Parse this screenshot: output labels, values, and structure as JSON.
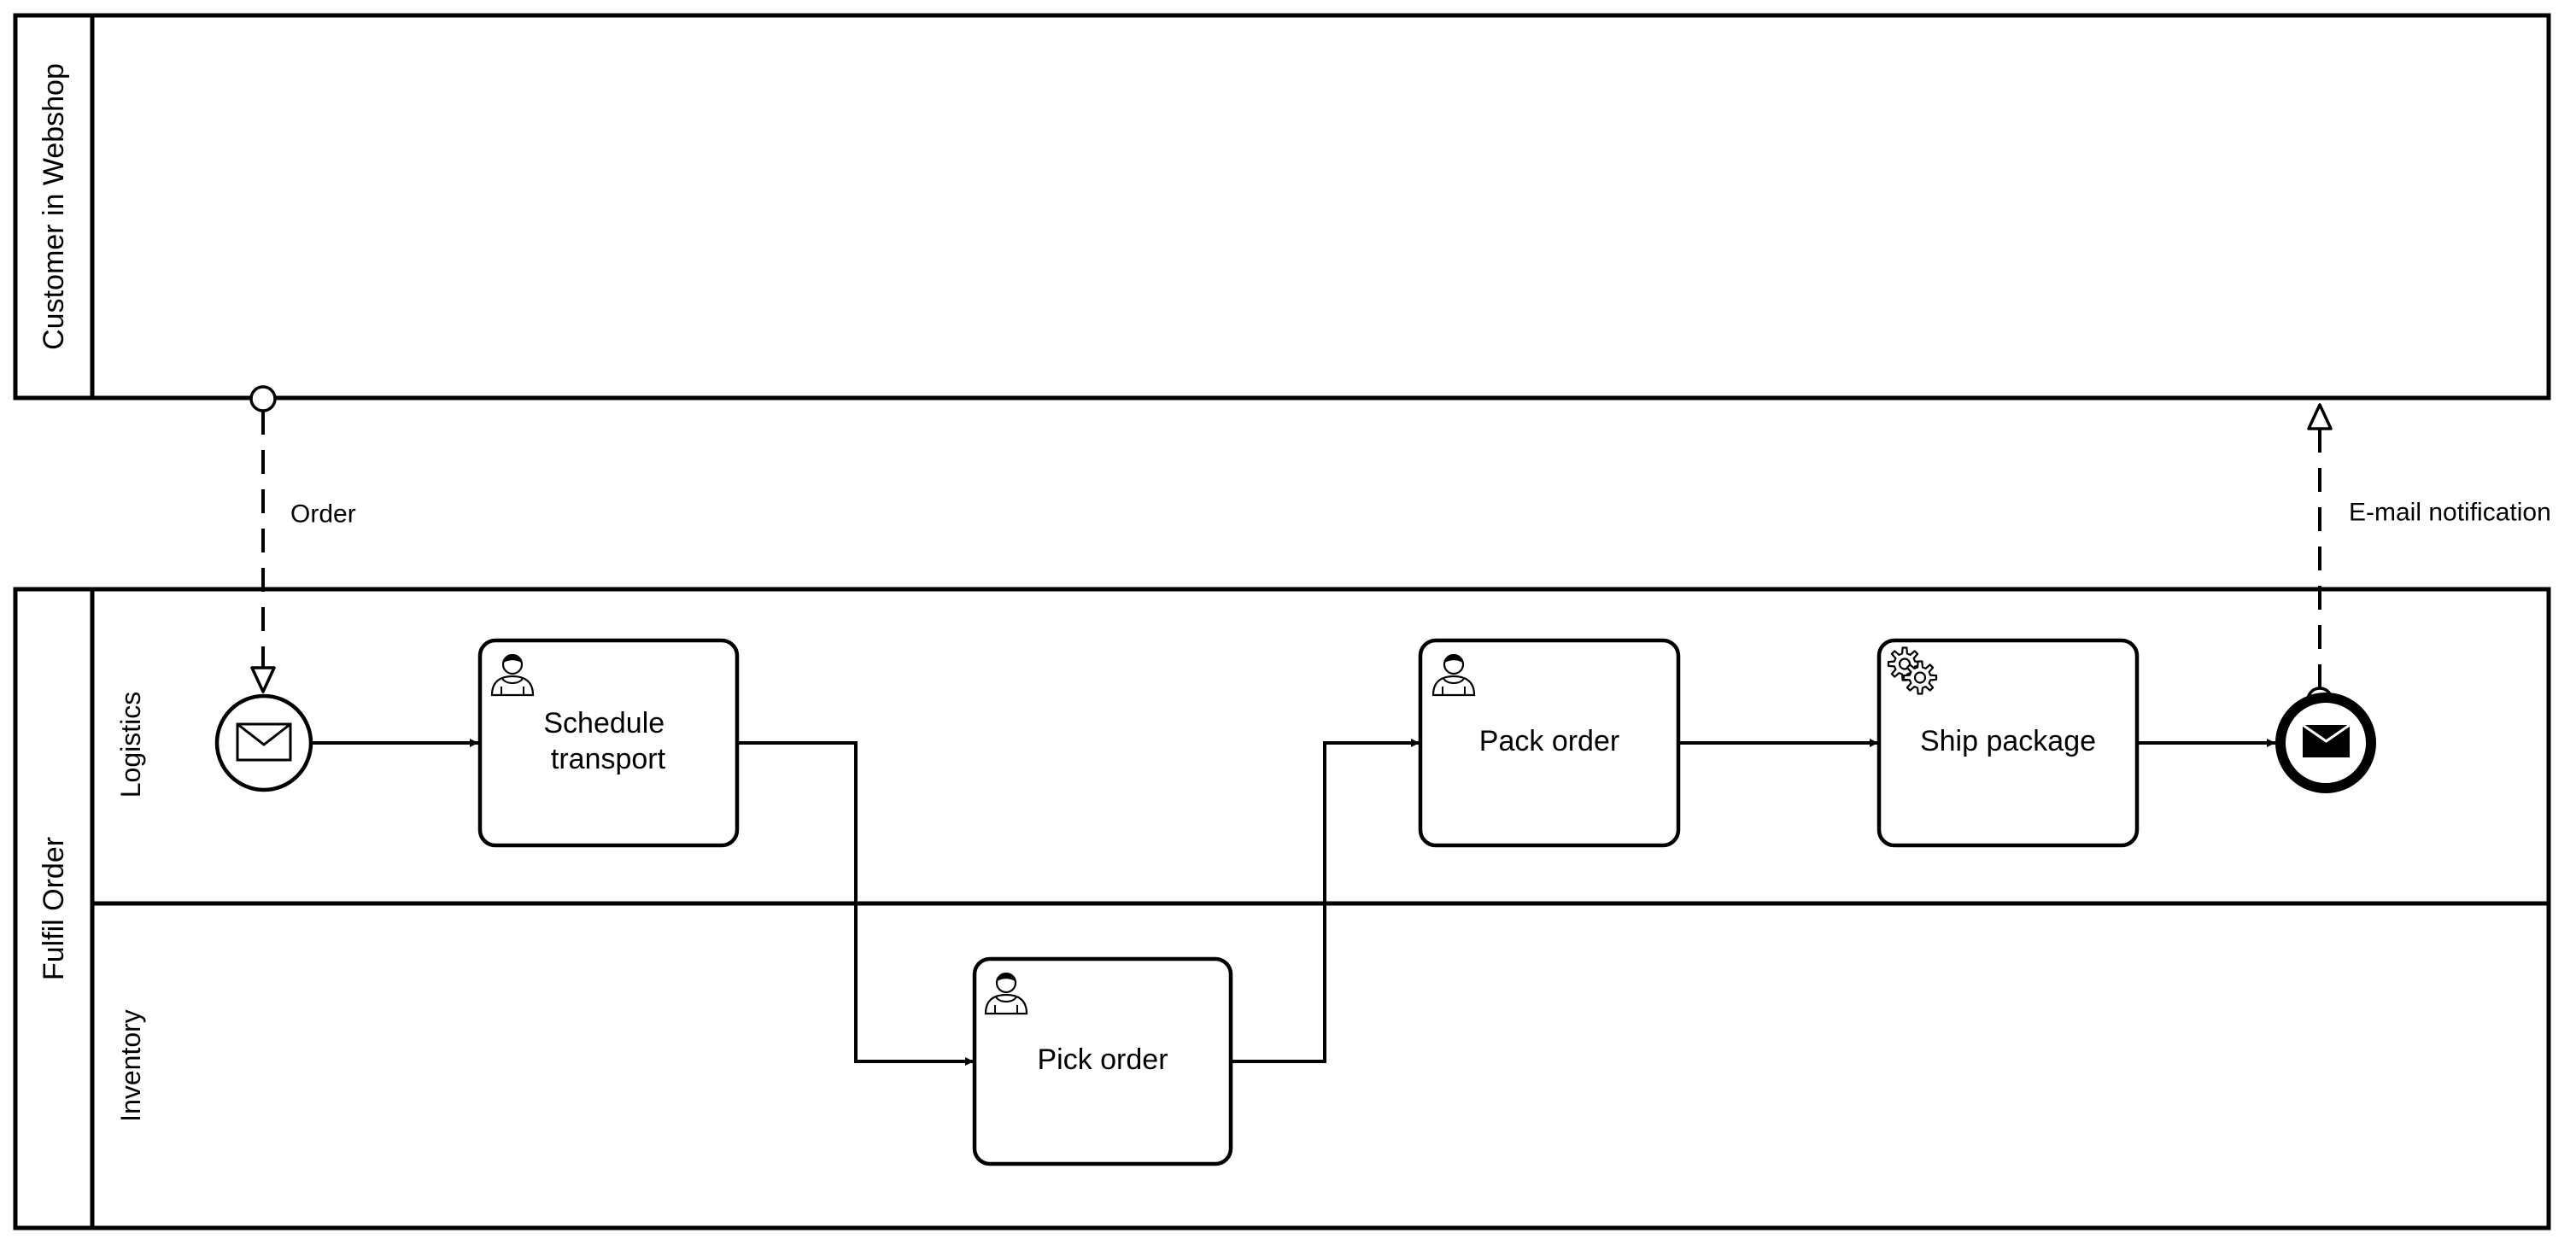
{
  "pools": {
    "customer": {
      "label": "Customer in Webshop"
    },
    "fulfil": {
      "label": "Fulfil Order"
    }
  },
  "lanes": {
    "logistics": {
      "label": "Logistics"
    },
    "inventory": {
      "label": "Inventory"
    }
  },
  "tasks": {
    "schedule_transport": {
      "line1": "Schedule",
      "line2": "transport",
      "icon": "user-icon"
    },
    "pick_order": {
      "label": "Pick order",
      "icon": "user-icon"
    },
    "pack_order": {
      "label": "Pack order",
      "icon": "user-icon"
    },
    "ship_package": {
      "label": "Ship package",
      "icon": "gear-icon"
    }
  },
  "events": {
    "start": {
      "type": "message-start-event",
      "icon": "envelope-icon"
    },
    "end": {
      "type": "message-end-event",
      "icon": "envelope-filled-icon"
    }
  },
  "message_flows": {
    "order": {
      "label": "Order"
    },
    "notification": {
      "label": "E-mail notification"
    }
  },
  "colors": {
    "stroke": "#000000",
    "background": "#ffffff"
  }
}
